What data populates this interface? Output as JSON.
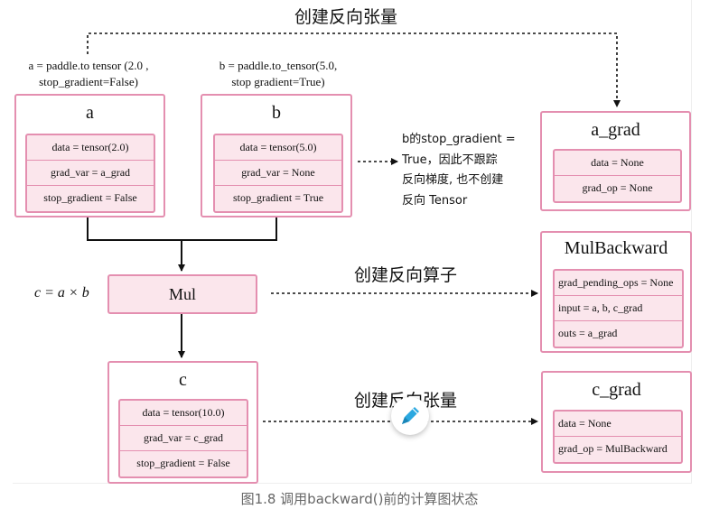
{
  "diagram": {
    "top_label": "创建反向张量",
    "a_caption_line1": "a = paddle.to tensor  (2.0 ,",
    "a_caption_line2": "stop_gradient=False)",
    "b_caption_line1": "b = paddle.to_tensor(5.0,",
    "b_caption_line2": "stop gradient=True)",
    "node_a": {
      "title": "a",
      "fields": [
        "data = tensor(2.0)",
        "grad_var = a_grad",
        "stop_gradient = False"
      ]
    },
    "node_b": {
      "title": "b",
      "fields": [
        "data = tensor(5.0)",
        "grad_var = None",
        "stop_gradient = True"
      ]
    },
    "note": {
      "line1": "b的stop_gradient =",
      "line2": "True，因此不跟踪",
      "line3": "反向梯度, 也不创建",
      "line4": "反向 Tensor"
    },
    "node_a_grad": {
      "title": "a_grad",
      "fields": [
        "data = None",
        "grad_op = None"
      ]
    },
    "equation": "c = a × b",
    "mul_label": "Mul",
    "create_op_label": "创建反向算子",
    "node_mulbackward": {
      "title": "MulBackward",
      "fields": [
        "grad_pending_ops = None",
        "input = a, b, c_grad",
        "outs = a_grad"
      ]
    },
    "node_c": {
      "title": "c",
      "fields": [
        "data = tensor(10.0)",
        "grad_var = c_grad",
        "stop_gradient = False"
      ]
    },
    "create_tensor_label_2": "创建反向张量",
    "node_c_grad": {
      "title": "c_grad",
      "fields": [
        "data = None",
        "grad_op = MulBackward"
      ]
    }
  },
  "caption": "图1.8 调用backward()前的计算图状态",
  "edit_button_icon": "pencil-icon",
  "colors": {
    "node_border": "#e48fb0",
    "field_fill": "#fbe6ec",
    "caption": "#666666",
    "fab_icon": "#2ba8e0"
  }
}
